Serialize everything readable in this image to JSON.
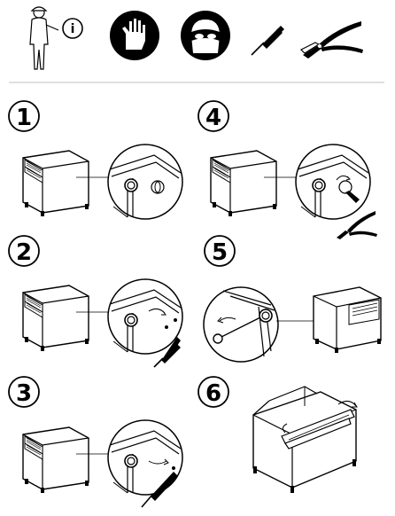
{
  "header": {
    "icons": [
      {
        "name": "technician-info-icon",
        "glyph": "i"
      },
      {
        "name": "protective-gloves-icon"
      },
      {
        "name": "safety-goggles-icon"
      },
      {
        "name": "screwdriver-icon"
      },
      {
        "name": "pliers-icon"
      }
    ]
  },
  "steps": [
    {
      "number": "1"
    },
    {
      "number": "2"
    },
    {
      "number": "3"
    },
    {
      "number": "4"
    },
    {
      "number": "5"
    },
    {
      "number": "6"
    }
  ],
  "colors": {
    "ink": "#000000",
    "divider": "#bfbfbf",
    "background": "#ffffff"
  }
}
